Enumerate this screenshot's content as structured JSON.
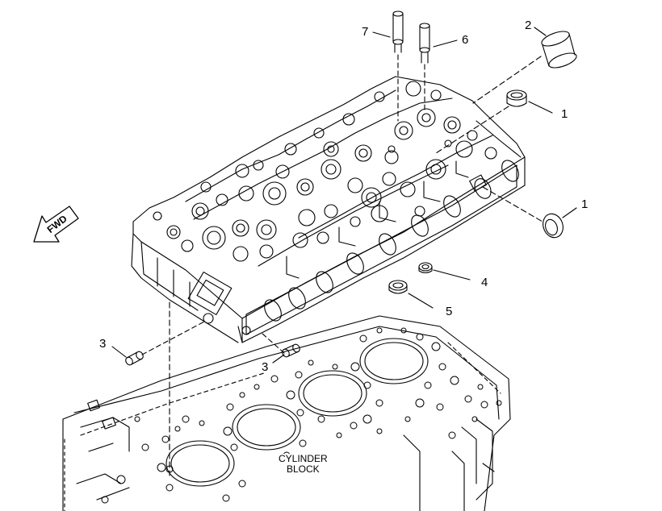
{
  "diagram": {
    "callouts": [
      "7",
      "6",
      "2",
      "1",
      "1",
      "4",
      "5",
      "3",
      "3"
    ],
    "fwd_label": "FWD",
    "block_label_line1": "CYLINDER",
    "block_label_line2": "BLOCK"
  }
}
